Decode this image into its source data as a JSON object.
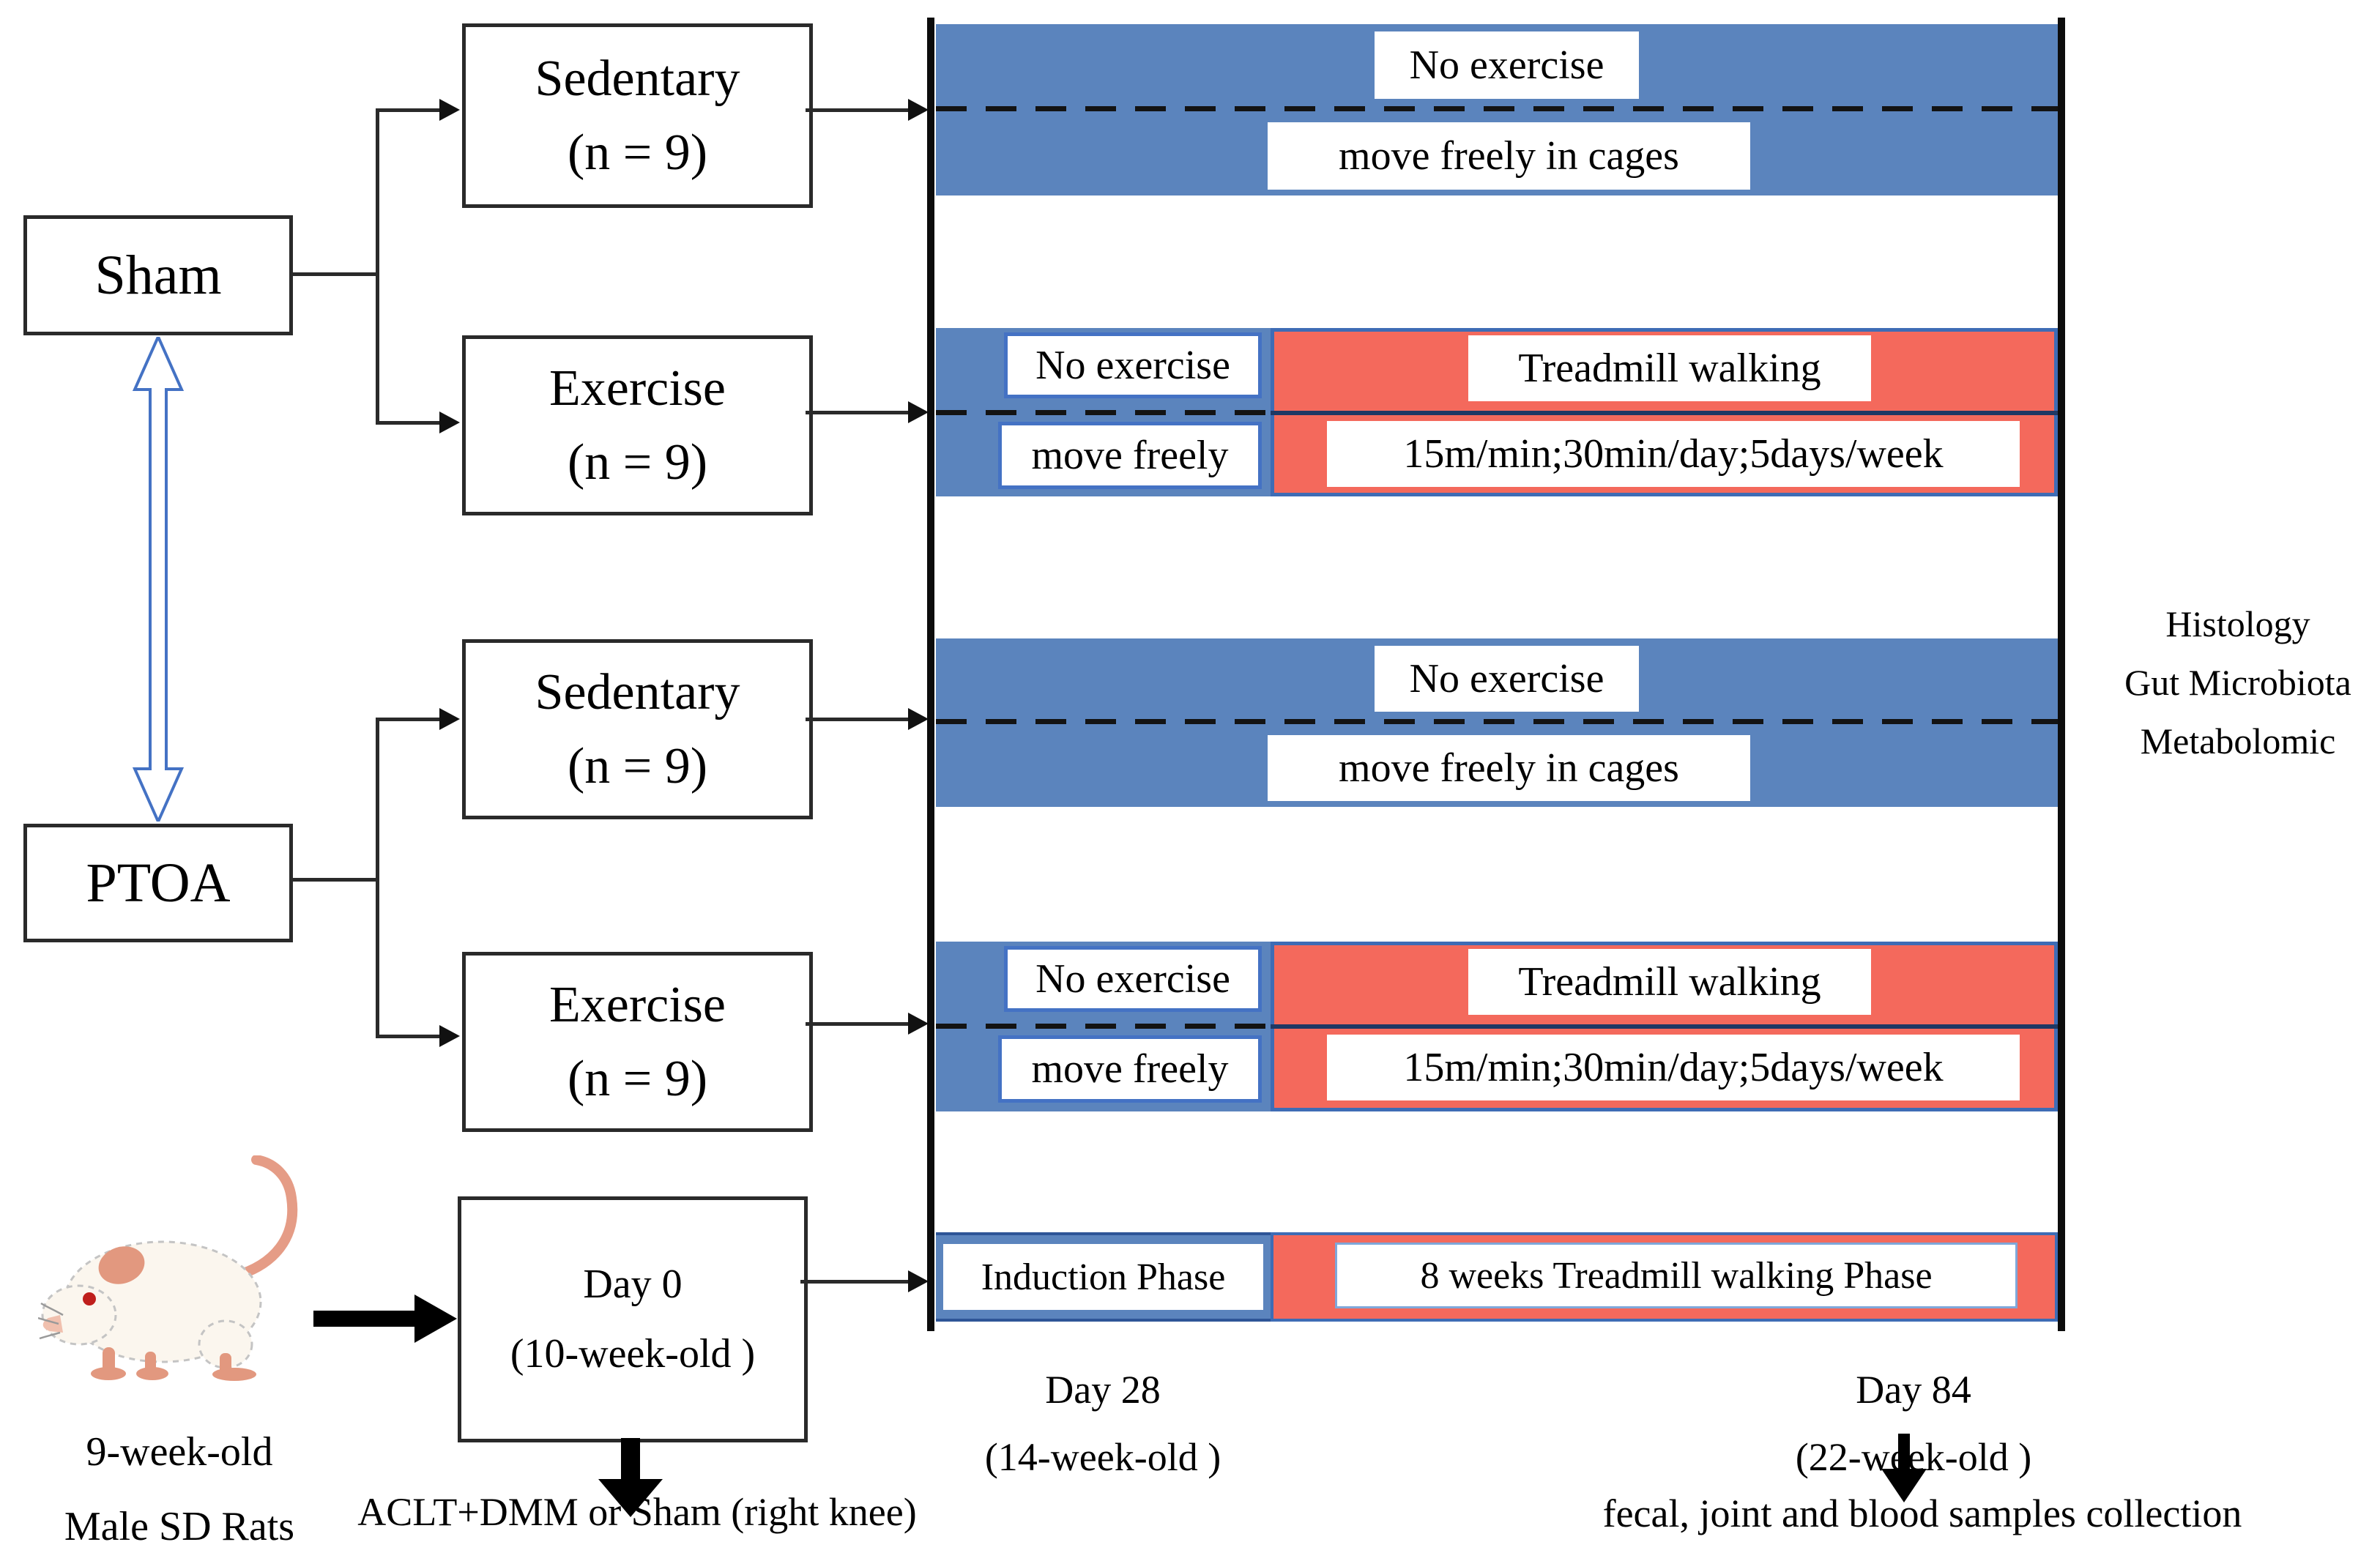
{
  "groups": {
    "sham_label": "Sham",
    "ptoa_label": "PTOA"
  },
  "arm_boxes": [
    {
      "name": "Sedentary",
      "n": "(n = 9)"
    },
    {
      "name": "Exercise",
      "n": "(n = 9)"
    },
    {
      "name": "Sedentary",
      "n": "(n = 9)"
    },
    {
      "name": "Exercise",
      "n": "(n = 9)"
    }
  ],
  "bars": {
    "no_exercise": "No exercise",
    "move_freely_cages": "move freely in cages",
    "move_freely": "move freely",
    "treadmill": "Treadmill walking",
    "regimen": "15m/min;30min/day;5days/week",
    "induction": "Induction Phase",
    "treadmill_phase": "8 weeks Treadmill walking Phase"
  },
  "day0_box": {
    "line1": "Day 0",
    "line2": "(10-week-old )"
  },
  "milestones": {
    "day28": {
      "line1": "Day 28",
      "line2": "(14-week-old )"
    },
    "day84": {
      "line1": "Day 84",
      "line2": "(22-week-old )"
    }
  },
  "outcomes": {
    "line1": "Histology",
    "line2": "Gut Microbiota",
    "line3": "Metabolomic"
  },
  "notes": {
    "rat_line1": "9-week-old",
    "rat_line2": "Male SD Rats",
    "surgery": "ACLT+DMM or Sham (right knee)",
    "samples": "fecal, joint and  blood samples collection"
  },
  "colors": {
    "bar_blue": "#5b84bd",
    "bar_red": "#f4695c",
    "section_border_blue": "#3e6cb5",
    "separator_navy": "#1f3864",
    "double_arrow_blue": "#4472c4",
    "line_black": "#0c0c0c"
  }
}
